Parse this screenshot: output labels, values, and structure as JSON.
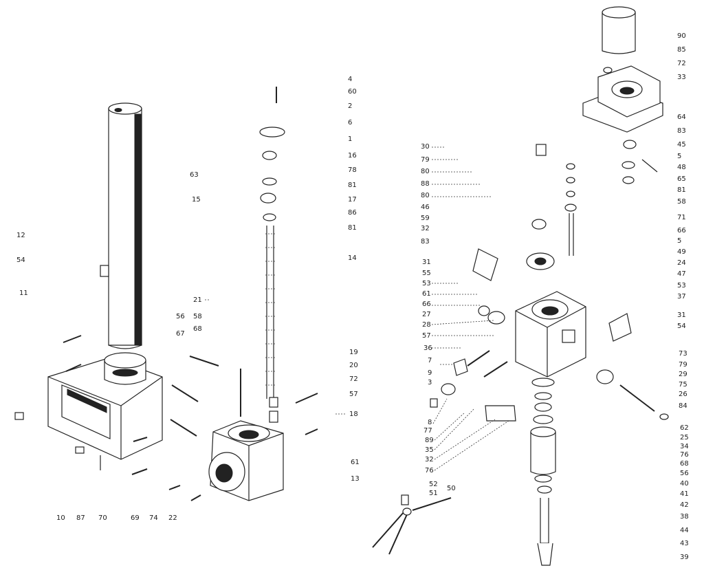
{
  "diagram": {
    "left_column_labels": [
      "12",
      "54",
      "11"
    ],
    "middle_left_labels": [
      "63",
      "15",
      "21",
      "56",
      "58",
      "67",
      "68"
    ],
    "bottom_labels": [
      "10",
      "87",
      "70",
      "69",
      "74",
      "22"
    ],
    "center_right_labels": [
      "4",
      "60",
      "2",
      "6",
      "1",
      "16",
      "78",
      "81",
      "17",
      "86",
      "81",
      "14",
      "19",
      "20",
      "72",
      "57",
      "18",
      "61",
      "13"
    ],
    "right_middle_left_labels": [
      "30",
      "79",
      "80",
      "88",
      "80",
      "46",
      "59",
      "32",
      "83",
      "31",
      "55",
      "53",
      "61",
      "66",
      "27",
      "28",
      "57",
      "36",
      "7",
      "9",
      "3",
      "8",
      "77",
      "89",
      "35",
      "32",
      "76",
      "52",
      "51",
      "50"
    ],
    "far_right_labels": [
      "90",
      "85",
      "72",
      "33",
      "64",
      "83",
      "45",
      "5",
      "48",
      "65",
      "81",
      "58",
      "71",
      "66",
      "5",
      "49",
      "24",
      "47",
      "53",
      "37",
      "31",
      "54",
      "73",
      "79",
      "29",
      "75",
      "26",
      "84",
      "62",
      "25",
      "34",
      "76",
      "68",
      "56",
      "40",
      "41",
      "42",
      "38",
      "44",
      "43",
      "39"
    ]
  }
}
